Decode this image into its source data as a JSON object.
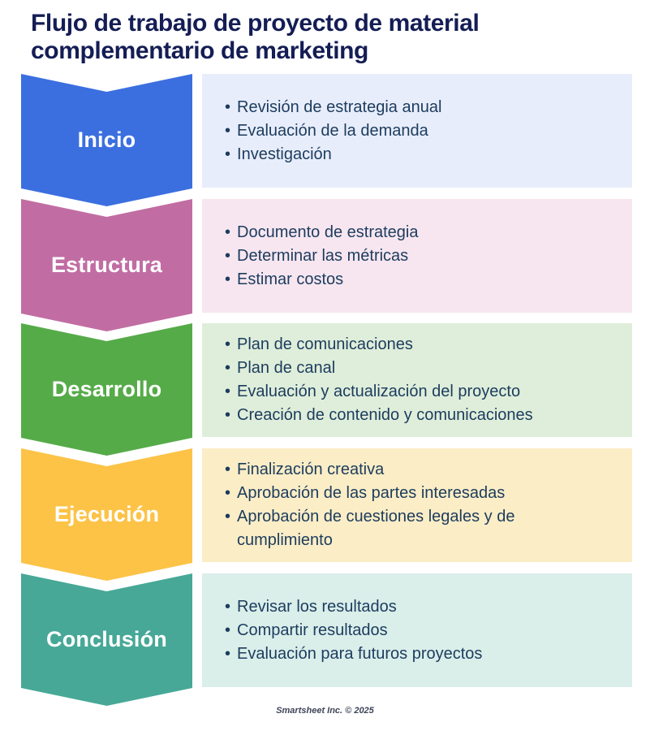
{
  "title": "Flujo de trabajo de proyecto de material complementario de marketing",
  "footer": "Smartsheet Inc. © 2025",
  "colors": {
    "title_text": "#141d54",
    "body_text": "#1c3c5e",
    "chevron_label_text": "#ffffff"
  },
  "stages": [
    {
      "label": "Inicio",
      "color": "#3b6fe0",
      "panel_color": "#e8edfb",
      "items": [
        "Revisión de estrategia anual",
        "Evaluación de la demanda",
        "Investigación"
      ]
    },
    {
      "label": "Estructura",
      "color": "#c16da3",
      "panel_color": "#f7e6f0",
      "items": [
        "Documento de estrategia",
        "Determinar las métricas",
        "Estimar costos"
      ]
    },
    {
      "label": "Desarrollo",
      "color": "#56ab49",
      "panel_color": "#dfeeda",
      "items": [
        "Plan de comunicaciones",
        "Plan de canal",
        "Evaluación y actualización del proyecto",
        "Creación de contenido y comunicaciones"
      ]
    },
    {
      "label": "Ejecución",
      "color": "#fcc347",
      "panel_color": "#fbedc6",
      "items": [
        "Finalización creativa",
        "Aprobación de las partes interesadas",
        "Aprobación de cuestiones legales y de cumplimiento"
      ]
    },
    {
      "label": "Conclusión",
      "color": "#47a897",
      "panel_color": "#daeeea",
      "items": [
        "Revisar los resultados",
        "Compartir resultados",
        "Evaluación para futuros proyectos"
      ]
    }
  ]
}
